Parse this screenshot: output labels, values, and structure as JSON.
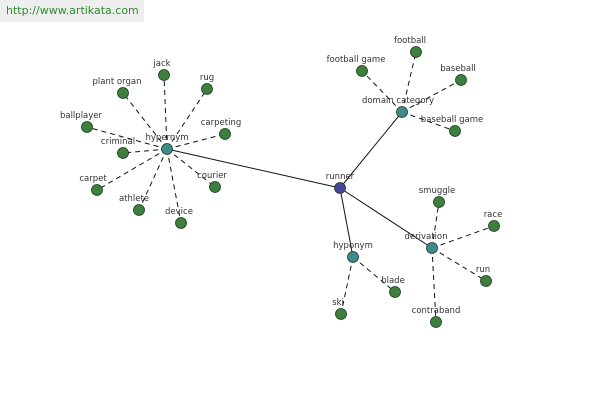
{
  "watermark": "http://www.artikata.com",
  "colors": {
    "root": "#46469a",
    "hub": "#3f8a8a",
    "leaf": "#3d7f3d",
    "edge": "#111111"
  },
  "nodes": [
    {
      "id": "runner",
      "label": "runner",
      "kind": "root"
    },
    {
      "id": "hypernym",
      "label": "hypernym",
      "kind": "hub"
    },
    {
      "id": "domain_category",
      "label": "domain category",
      "kind": "hub"
    },
    {
      "id": "derivation",
      "label": "derivation",
      "kind": "hub"
    },
    {
      "id": "hyponym",
      "label": "hyponym",
      "kind": "hub"
    },
    {
      "id": "jack",
      "label": "jack",
      "kind": "leaf"
    },
    {
      "id": "rug",
      "label": "rug",
      "kind": "leaf"
    },
    {
      "id": "plant_organ",
      "label": "plant organ",
      "kind": "leaf"
    },
    {
      "id": "ballplayer",
      "label": "ballplayer",
      "kind": "leaf"
    },
    {
      "id": "criminal",
      "label": "criminal",
      "kind": "leaf"
    },
    {
      "id": "carpeting",
      "label": "carpeting",
      "kind": "leaf"
    },
    {
      "id": "carpet",
      "label": "carpet",
      "kind": "leaf"
    },
    {
      "id": "athlete",
      "label": "athlete",
      "kind": "leaf"
    },
    {
      "id": "device",
      "label": "device",
      "kind": "leaf"
    },
    {
      "id": "courier",
      "label": "courier",
      "kind": "leaf"
    },
    {
      "id": "football",
      "label": "football",
      "kind": "leaf"
    },
    {
      "id": "football_game",
      "label": "football game",
      "kind": "leaf"
    },
    {
      "id": "baseball",
      "label": "baseball",
      "kind": "leaf"
    },
    {
      "id": "baseball_game",
      "label": "baseball game",
      "kind": "leaf"
    },
    {
      "id": "smuggle",
      "label": "smuggle",
      "kind": "leaf"
    },
    {
      "id": "race",
      "label": "race",
      "kind": "leaf"
    },
    {
      "id": "run",
      "label": "run",
      "kind": "leaf"
    },
    {
      "id": "contraband",
      "label": "contraband",
      "kind": "leaf"
    },
    {
      "id": "ski",
      "label": "ski",
      "kind": "leaf"
    },
    {
      "id": "blade",
      "label": "blade",
      "kind": "leaf"
    }
  ],
  "edges": [
    {
      "from": "runner",
      "to": "hypernym",
      "style": "solid"
    },
    {
      "from": "runner",
      "to": "domain_category",
      "style": "solid"
    },
    {
      "from": "runner",
      "to": "derivation",
      "style": "solid"
    },
    {
      "from": "runner",
      "to": "hyponym",
      "style": "solid"
    },
    {
      "from": "hypernym",
      "to": "jack",
      "style": "dashed"
    },
    {
      "from": "hypernym",
      "to": "rug",
      "style": "dashed"
    },
    {
      "from": "hypernym",
      "to": "plant_organ",
      "style": "dashed"
    },
    {
      "from": "hypernym",
      "to": "ballplayer",
      "style": "dashed"
    },
    {
      "from": "hypernym",
      "to": "criminal",
      "style": "dashed"
    },
    {
      "from": "hypernym",
      "to": "carpeting",
      "style": "dashed"
    },
    {
      "from": "hypernym",
      "to": "carpet",
      "style": "dashed"
    },
    {
      "from": "hypernym",
      "to": "athlete",
      "style": "dashed"
    },
    {
      "from": "hypernym",
      "to": "device",
      "style": "dashed"
    },
    {
      "from": "hypernym",
      "to": "courier",
      "style": "dashed"
    },
    {
      "from": "domain_category",
      "to": "football",
      "style": "dashed"
    },
    {
      "from": "domain_category",
      "to": "football_game",
      "style": "dashed"
    },
    {
      "from": "domain_category",
      "to": "baseball",
      "style": "dashed"
    },
    {
      "from": "domain_category",
      "to": "baseball_game",
      "style": "dashed"
    },
    {
      "from": "derivation",
      "to": "smuggle",
      "style": "dashed"
    },
    {
      "from": "derivation",
      "to": "race",
      "style": "dashed"
    },
    {
      "from": "derivation",
      "to": "run",
      "style": "dashed"
    },
    {
      "from": "derivation",
      "to": "contraband",
      "style": "dashed"
    },
    {
      "from": "hyponym",
      "to": "ski",
      "style": "dashed"
    },
    {
      "from": "hyponym",
      "to": "blade",
      "style": "dashed"
    }
  ]
}
